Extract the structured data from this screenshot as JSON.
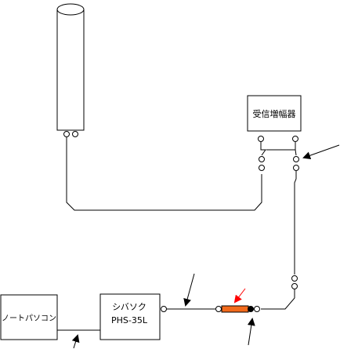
{
  "diagram": {
    "amplifier": {
      "label": "受信増幅器"
    },
    "pc": {
      "label": "ノートパソコン"
    },
    "shibasoku": {
      "label_line1": "シバソク",
      "label_line2": "PHS-35L"
    },
    "colors": {
      "line": "#000000",
      "attenuator_fill": "#f26a1b",
      "red_arrow": "#ff0000",
      "black_arrow": "#000000",
      "background": "#ffffff"
    },
    "icons": [
      "antenna-cylinder",
      "connector-circle",
      "arrow"
    ]
  }
}
